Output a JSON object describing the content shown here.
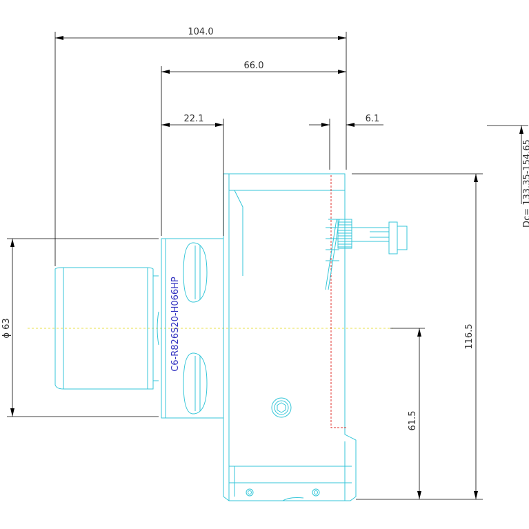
{
  "dimensions": {
    "overall_length": "104.0",
    "head_length": "66.0",
    "flange_offset": "22.1",
    "tip_offset": "6.1",
    "cutting_diameter": "Dc=  133.35-154.65",
    "shank_diameter": "ϕ  63",
    "total_height": "116.5",
    "center_height": "61.5"
  },
  "part_number": "C6-R826S20-H066HP",
  "colors": {
    "geometry": "#34c6d8",
    "dimension": "#000000",
    "centerline": "#e8e04a",
    "hidden_line": "#e0302c",
    "label": "#3030c0"
  }
}
